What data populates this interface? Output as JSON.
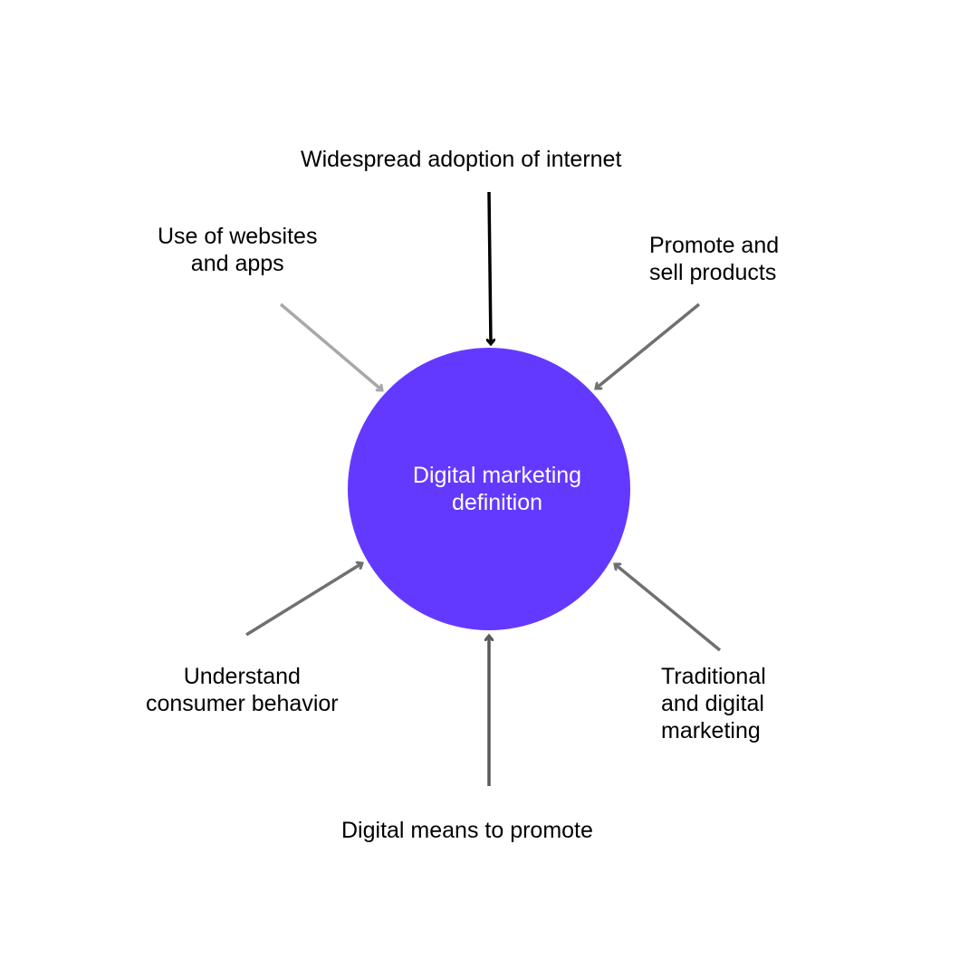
{
  "center": {
    "label": "Digital marketing\ndefinition",
    "color": "#6439ff"
  },
  "labels": {
    "top": "Widespread adoption of internet",
    "top_left": "Use of websites\nand apps",
    "top_right": "Promote and\nsell products",
    "bottom_left": "Understand\nconsumer behavior",
    "bottom_right": "Traditional\nand digital\nmarketing",
    "bottom": "Digital means to promote"
  }
}
